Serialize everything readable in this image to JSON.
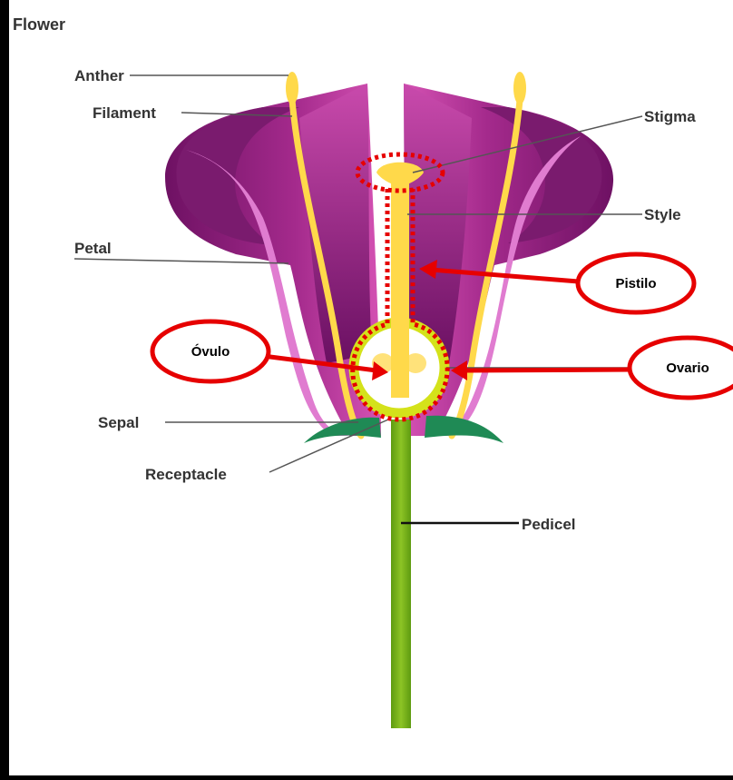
{
  "diagram": {
    "title": "Flower",
    "labels": {
      "anther": "Anther",
      "filament": "Filament",
      "petal": "Petal",
      "sepal": "Sepal",
      "receptacle": "Receptacle",
      "stigma": "Stigma",
      "style": "Style",
      "pedicel": "Pedicel"
    },
    "callouts": {
      "pistilo": "Pistilo",
      "ovulo": "Óvulo",
      "ovario": "Ovario"
    },
    "colors": {
      "background": "#000000",
      "panel": "#ffffff",
      "petal_light": "#c43fa0",
      "petal_dark": "#6e1163",
      "pistil": "#ffd94a",
      "stamen": "#ffd94a",
      "ovary_ring": "#d4e21a",
      "sepal": "#1f8a55",
      "pedicel": "#7ab51d",
      "annotation": "#e60000"
    }
  }
}
